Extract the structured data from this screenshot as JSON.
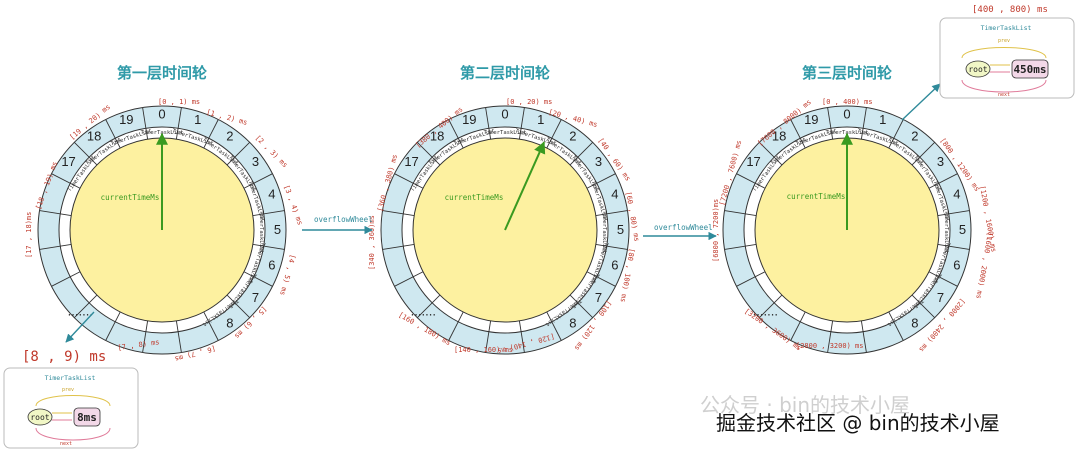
{
  "wheels": [
    {
      "title": "第一层时间轮",
      "center_label": "currentTimeMs",
      "slot_item_label": "TimerTaskList",
      "slots": [
        "0",
        "1",
        "2",
        "3",
        "4",
        "5",
        "6",
        "7",
        "8",
        ".......",
        "17",
        "18",
        "19"
      ],
      "ranges": [
        "[0 , 1) ms",
        "[1 , 2) ms",
        "[2 , 3) ms",
        "[3 , 4) ms",
        "[4 , 5) ms",
        "[5 , 6) ms",
        "[6 , 7) ms",
        "[7 , 8) ms",
        "[17 , 18)ms",
        "[18 , 19) ms",
        "[19 , 20) ms"
      ]
    },
    {
      "title": "第二层时间轮",
      "center_label": "currentTimeMs",
      "slot_item_label": "TimerTaskList",
      "slots": [
        "0",
        "1",
        "2",
        "3",
        "4",
        "5",
        "6",
        "7",
        "8",
        ".......",
        "17",
        "18",
        "19"
      ],
      "ranges": [
        "[0 , 20) ms",
        "[20 , 40) ms",
        "[40 , 60) ms",
        "[60 , 80) ms",
        "[80 , 100) ms",
        "[100 , 120) ms",
        "[120 , 140) ms",
        "[140 , 160) ms",
        "[160 , 180) ms",
        "[340 , 360)ms",
        "[360 , 380) ms",
        "[380 , 400) ms"
      ]
    },
    {
      "title": "第三层时间轮",
      "center_label": "currentTimeMs",
      "slot_item_label": "TimerTaskList",
      "slots": [
        "0",
        "1",
        "2",
        "3",
        "4",
        "5",
        "6",
        "7",
        "8",
        ".......",
        "17",
        "18",
        "19"
      ],
      "ranges": [
        "[0 , 400) ms",
        "[800 , 1200) ms",
        "[1200 , 1600) ms",
        "[1600 , 2000) ms",
        "[2000 , 2400) ms",
        "[2800 , 3200) ms",
        "[3200 , 3600) ms",
        "[6800 , 7200)ms",
        "[7200 , 7600) ms",
        "[7600 , 8000) ms"
      ]
    }
  ],
  "arrows": {
    "overflow_label": "overflowWheel"
  },
  "task_box_bottom": {
    "range": "[8 , 9) ms",
    "title": "TimerTaskList",
    "prev": "prev",
    "next": "next",
    "root": "root",
    "task": "8ms"
  },
  "task_box_top": {
    "range": "[400 , 800) ms",
    "title": "TimerTaskList",
    "prev": "prev",
    "next": "next",
    "root": "root",
    "task": "450ms"
  },
  "watermark": {
    "line1": "公众号 · bin的技术小屋",
    "line2": "掘金技术社区 @ bin的技术小屋"
  },
  "colors": {
    "teal": "#2f9aa8",
    "ring": "#cfe8f0",
    "center": "#fdf1a0",
    "pointer": "#3a9a20",
    "range": "#c0392b"
  }
}
